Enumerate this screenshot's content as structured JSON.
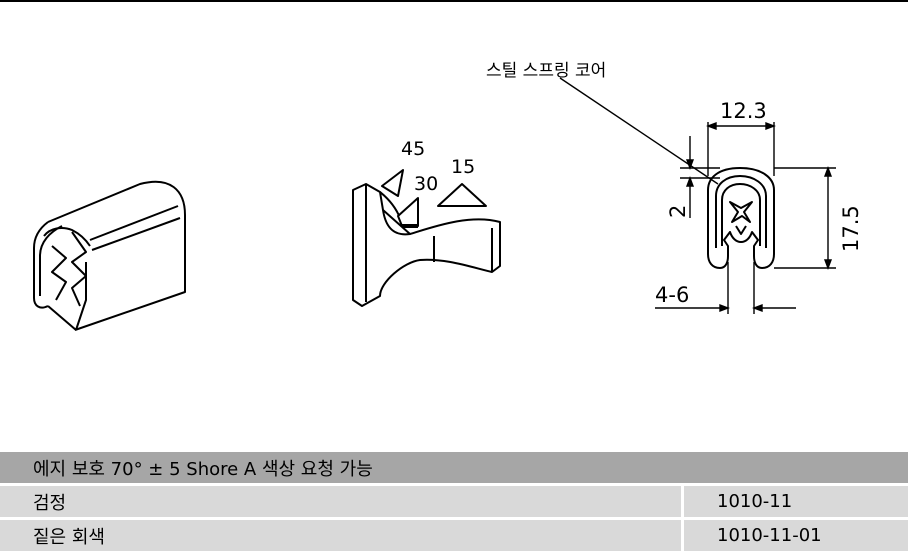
{
  "drawing": {
    "callout": "스틸 스프링 코어",
    "dims": {
      "width": "12.3",
      "height": "17.5",
      "gap": "2",
      "range": "4-6"
    },
    "angles": [
      "45",
      "30",
      "15"
    ]
  },
  "table": {
    "header": "에지 보호 70° ± 5 Shore A 색상 요청 가능",
    "rows": [
      {
        "name": "검정",
        "code": "1010-11"
      },
      {
        "name": "짙은 회색",
        "code": "1010-11-01"
      }
    ]
  }
}
